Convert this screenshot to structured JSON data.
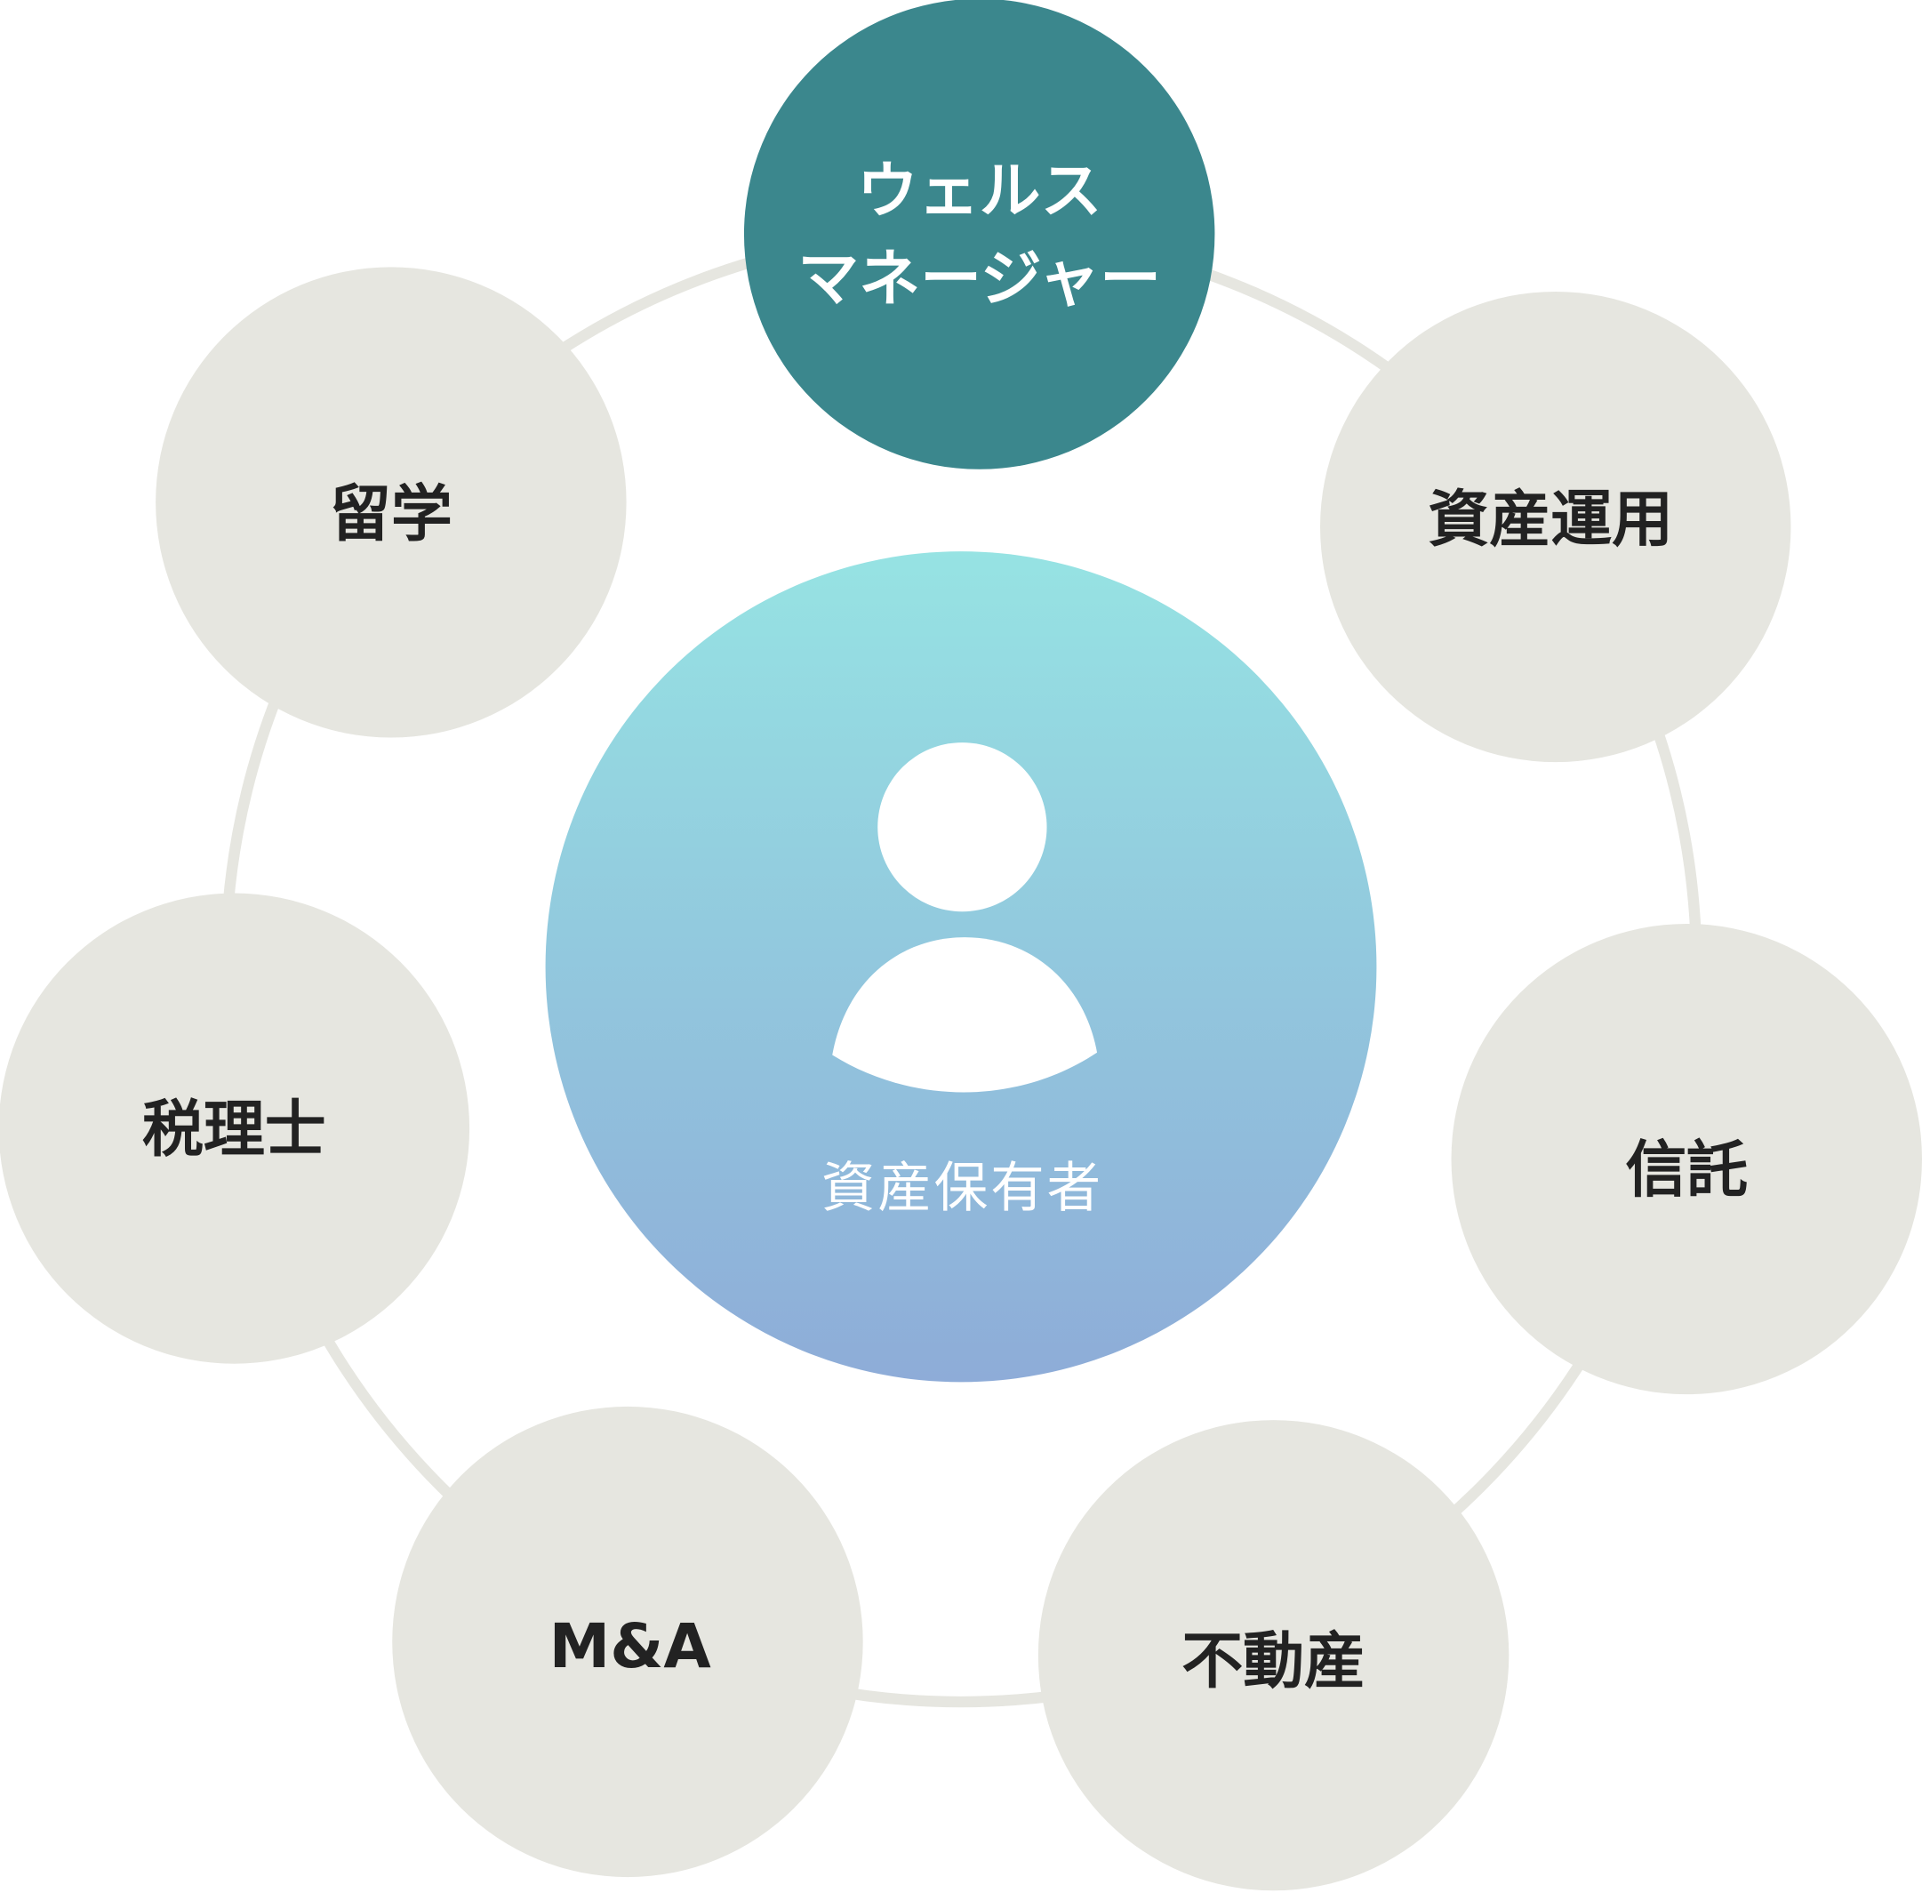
{
  "center": {
    "label": "資産保有者",
    "icon": "person-icon"
  },
  "hub": {
    "line1": "ウェルス",
    "line2": "マネージャー"
  },
  "nodes": [
    {
      "label": "留学"
    },
    {
      "label": "資産運用"
    },
    {
      "label": "税理士"
    },
    {
      "label": "信託"
    },
    {
      "label": "M&A"
    },
    {
      "label": "不動産"
    }
  ],
  "colors": {
    "hub": "#3b878d",
    "node": "#e6e6e0",
    "ring": "#e6e6e0",
    "center_top": "#96e3e3",
    "center_bottom": "#8eacd8",
    "text": "#222222"
  }
}
